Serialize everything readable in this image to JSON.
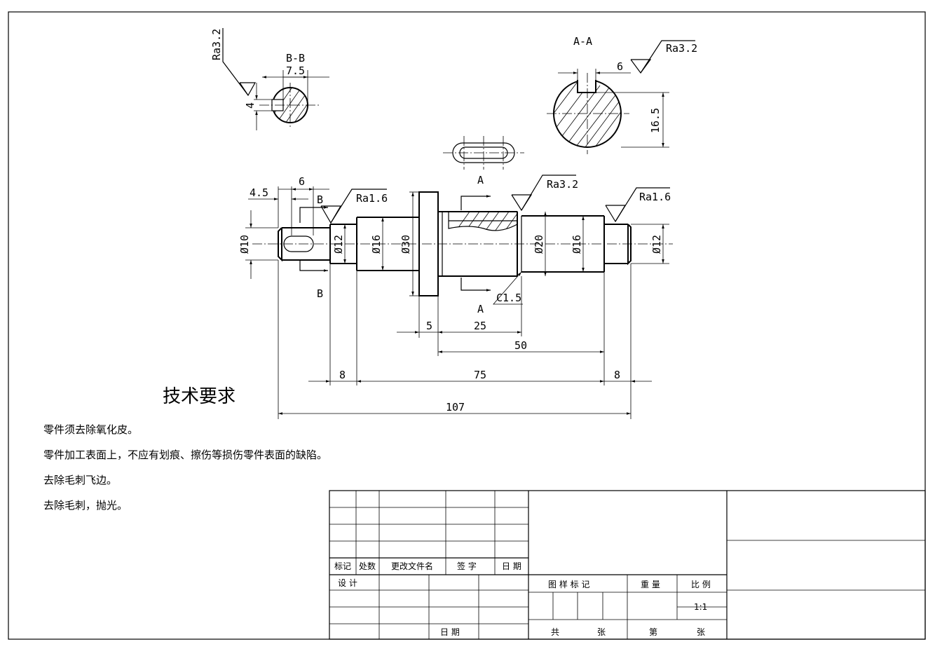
{
  "sections": {
    "bb_label": "B-B",
    "aa_label": "A-A",
    "cut_a": "A",
    "cut_b": "B"
  },
  "roughness": {
    "r1": "Ra3.2",
    "r2": "Ra3.2",
    "r3": "Ra1.6",
    "r4": "Ra3.2",
    "r5": "Ra1.6"
  },
  "dims": {
    "d_7_5": "7.5",
    "d_4": "4",
    "d_6_aa": "6",
    "d_16_5": "16.5",
    "d_4_5": "4.5",
    "d_6": "6",
    "phi10": "Ø10",
    "phi12_l": "Ø12",
    "phi16_l": "Ø16",
    "phi30": "Ø30",
    "phi20": "Ø20",
    "phi16_r": "Ø16",
    "phi12_r": "Ø12",
    "chamfer": "C1.5",
    "d_5": "5",
    "d_25": "25",
    "d_50": "50",
    "d_8_l": "8",
    "d_75": "75",
    "d_8_r": "8",
    "d_107": "107"
  },
  "tech": {
    "title": "技术要求",
    "lines": [
      "零件须去除氧化皮。",
      "零件加工表面上，不应有划痕、擦伤等损伤零件表面的缺陷。",
      "去除毛刺飞边。",
      "去除毛刺，抛光。"
    ]
  },
  "title_block": {
    "mark": "标记",
    "zone": "处数",
    "change_doc": "更改文件名",
    "sign": "签  字",
    "date": "日 期",
    "design": "设  计",
    "date2": "日  期",
    "drawing_mark": "图 样 标 记",
    "weight": "重 量",
    "scale_label": "比 例",
    "scale_value": "1:1",
    "total": "共",
    "sheets": "张",
    "sheet_no": "第",
    "sheets2": "张"
  }
}
